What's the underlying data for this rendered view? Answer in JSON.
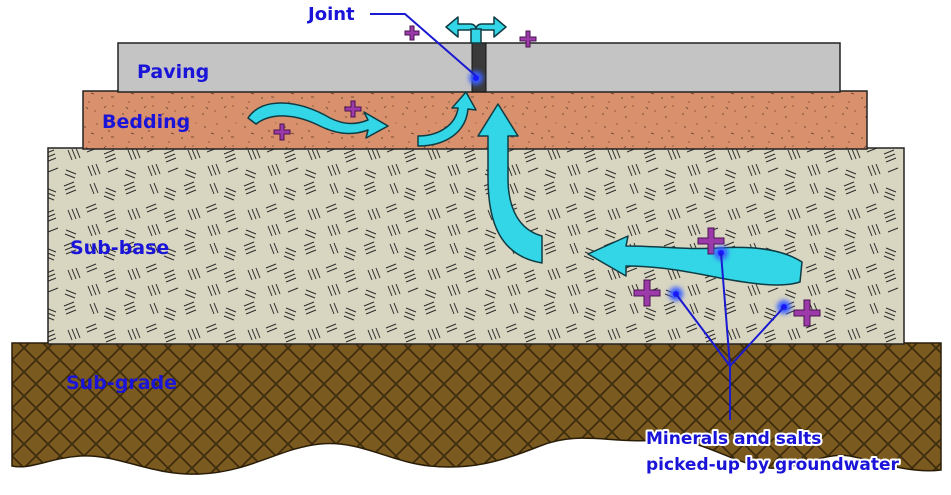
{
  "labels": {
    "joint": "Joint",
    "paving": "Paving",
    "bedding": "Bedding",
    "subbase": "Sub-base",
    "subgrade": "Sub-grade",
    "minerals_line1": "Minerals and salts",
    "minerals_line2": "picked-up by groundwater"
  },
  "colors": {
    "paving": "#c4c4c4",
    "bedding": "#d9906c",
    "subbase": "#d8d5c1",
    "subgrade": "#7b5a20",
    "arrow": "#33d6e6",
    "plus": "#9b3aa8",
    "label_text": "#1a14d8",
    "annotation_line": "#1a1ad0"
  },
  "icons": {
    "flow_arrow": "curved-arrow",
    "mineral": "plus-icon",
    "spread": "split-arrow"
  }
}
